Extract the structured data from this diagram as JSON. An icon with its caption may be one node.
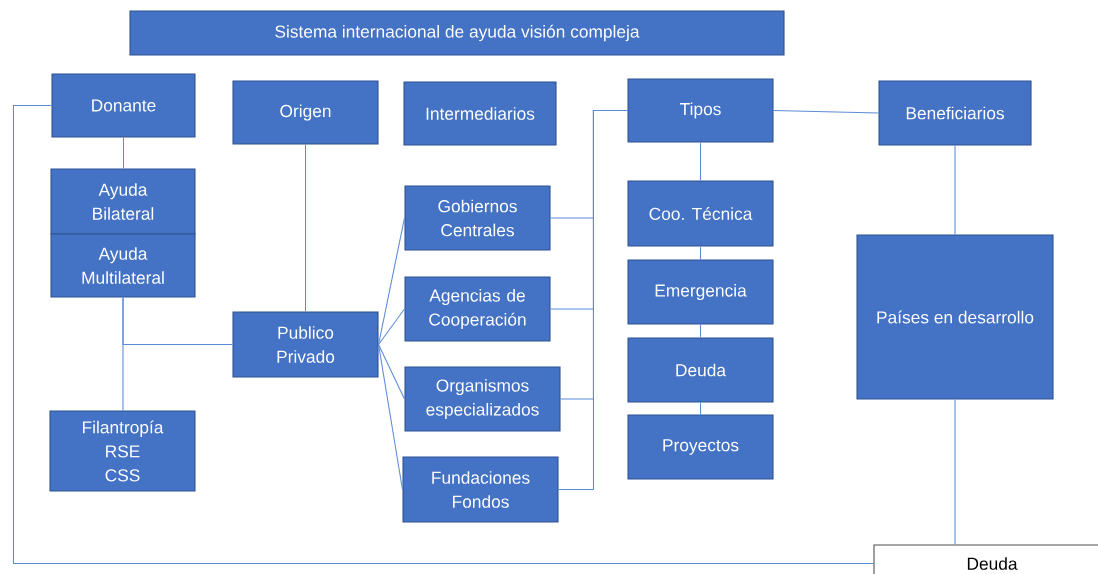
{
  "diagram": {
    "nodes": [
      {
        "text": [
          "Sistema internacional de ayuda visión compleja"
        ]
      },
      {
        "text": [
          "Donante"
        ]
      },
      {
        "text": [
          "Origen"
        ]
      },
      {
        "text": [
          "Intermediarios"
        ]
      },
      {
        "text": [
          "Tipos"
        ]
      },
      {
        "text": [
          "Beneficiarios"
        ]
      },
      {
        "text": [
          "Ayuda Bilateral"
        ]
      },
      {
        "text": [
          "Ayuda Multilateral"
        ]
      },
      {
        "text": [
          "Publico Privado"
        ]
      },
      {
        "text": [
          "Gobiernos Centrales"
        ]
      },
      {
        "text": [
          "Coo. Técnica"
        ]
      },
      {
        "text": [
          "Agencias de Cooperación"
        ]
      },
      {
        "text": [
          "Emergencia"
        ]
      },
      {
        "text": [
          "Países en desarrollo"
        ]
      },
      {
        "text": [
          "Deuda"
        ]
      },
      {
        "text": [
          "Organismos especializados"
        ]
      },
      {
        "text": [
          "Proyectos"
        ]
      },
      {
        "text": [
          "Filantropía",
          "RSE",
          "CSS"
        ]
      },
      {
        "text": [
          "Fundaciones Fondos"
        ]
      },
      {
        "text": [
          "Deuda"
        ]
      }
    ],
    "edges": [
      {
        "from": 1,
        "to": 6,
        "arrow": "none"
      },
      {
        "from": 7,
        "to": 17,
        "arrow": "none"
      },
      {
        "from": 7,
        "to": 8,
        "arrow": "none"
      },
      {
        "from": 2,
        "to": 8,
        "arrow": "none"
      },
      {
        "from": 8,
        "to": 9,
        "arrow": "none"
      },
      {
        "from": 8,
        "to": 11,
        "arrow": "none"
      },
      {
        "from": 8,
        "to": 15,
        "arrow": "none"
      },
      {
        "from": 8,
        "to": 18,
        "arrow": "none"
      },
      {
        "from": 9,
        "to": 4,
        "arrow": "none"
      },
      {
        "from": 11,
        "to": 4,
        "arrow": "none"
      },
      {
        "from": 15,
        "to": 4,
        "arrow": "none"
      },
      {
        "from": 18,
        "to": 4,
        "arrow": "none"
      },
      {
        "from": 4,
        "to": 5,
        "arrow": "none"
      },
      {
        "from": 4,
        "to": 10,
        "arrow": "none"
      },
      {
        "from": 10,
        "to": 12,
        "arrow": "none"
      },
      {
        "from": 12,
        "to": 14,
        "arrow": "none"
      },
      {
        "from": 14,
        "to": 16,
        "arrow": "none"
      },
      {
        "from": 5,
        "to": 13,
        "arrow": "none"
      },
      {
        "from": 13,
        "to": 19,
        "arrow": "none"
      },
      {
        "from": 1,
        "to": 19,
        "arrow": "none"
      }
    ]
  }
}
